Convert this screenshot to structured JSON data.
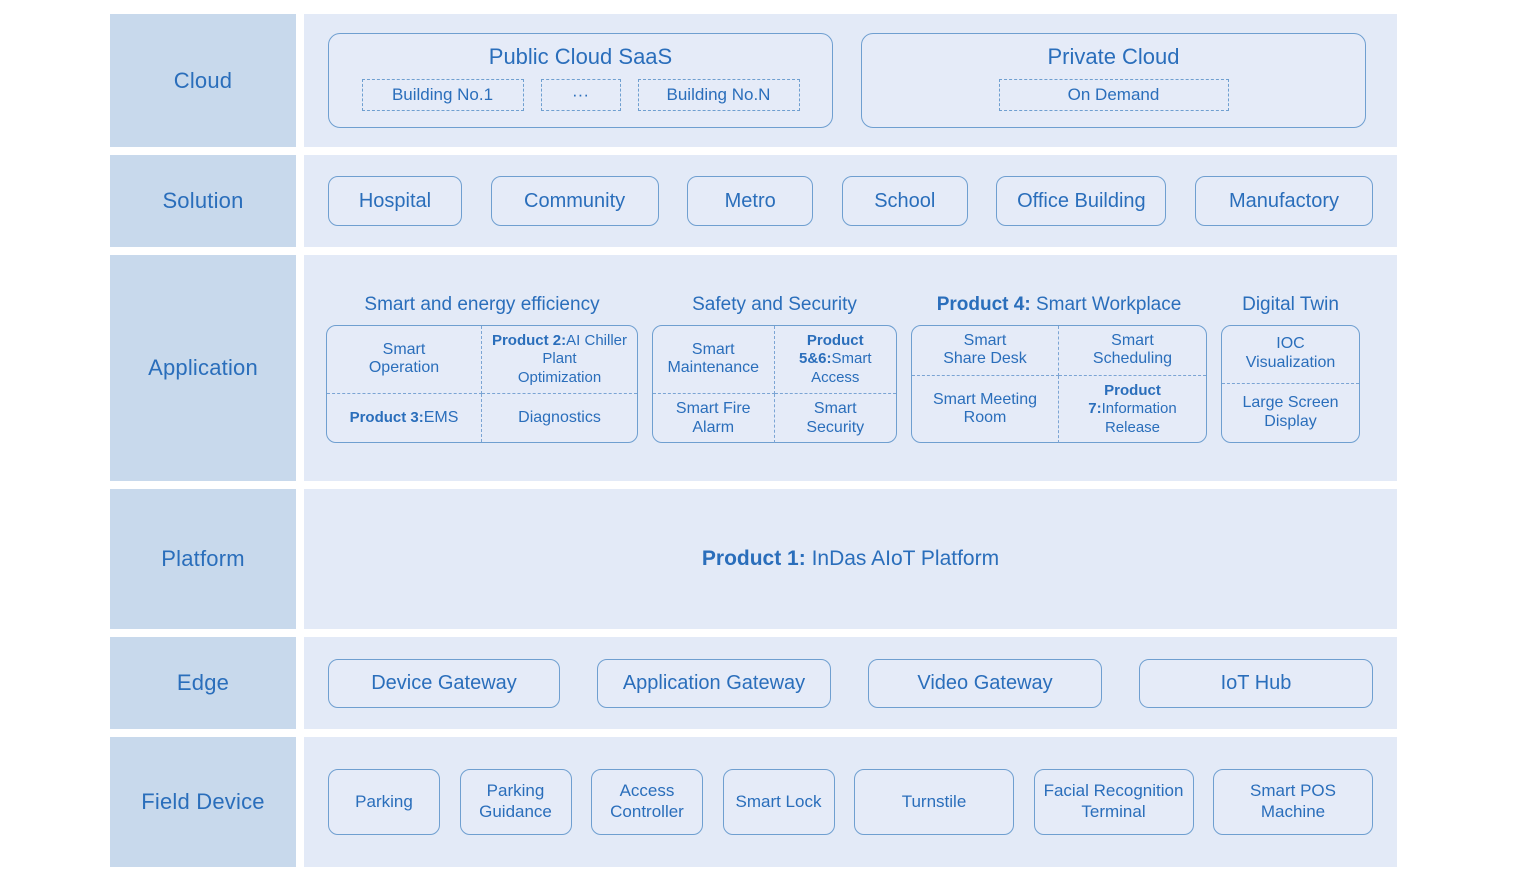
{
  "colors": {
    "label_bg": "#c8d9ec",
    "row_bg": "#e3eaf7",
    "card_bg": "#e5ebf8",
    "border": "#6f9fd0",
    "text": "#2a6ebb"
  },
  "layers": {
    "cloud": {
      "label": "Cloud",
      "public": {
        "title": "Public Cloud SaaS",
        "items": [
          "Building No.1",
          "···",
          "Building No.N"
        ]
      },
      "private": {
        "title": "Private Cloud",
        "items": [
          "On Demand"
        ]
      }
    },
    "solution": {
      "label": "Solution",
      "items": [
        "Hospital",
        "Community",
        "Metro",
        "School",
        "Office Building",
        "Manufactory"
      ]
    },
    "application": {
      "label": "Application",
      "groups": [
        {
          "title_bold": "",
          "title": "Smart and energy efficiency",
          "cells": [
            {
              "bold": "",
              "text": "Smart\nOperation"
            },
            {
              "bold": "Product 2:",
              "text": "AI Chiller Plant\nOptimization"
            },
            {
              "bold": "Product 3:",
              "text": "EMS"
            },
            {
              "bold": "",
              "text": "Diagnostics"
            }
          ]
        },
        {
          "title_bold": "",
          "title": "Safety and Security",
          "cells": [
            {
              "bold": "",
              "text": "Smart\nMaintenance"
            },
            {
              "bold": "Product 5&6:",
              "text": "Smart Access"
            },
            {
              "bold": "",
              "text": "Smart Fire\nAlarm"
            },
            {
              "bold": "",
              "text": "Smart\nSecurity"
            }
          ]
        },
        {
          "title_bold": "Product 4:",
          "title": "Smart Workplace",
          "cells": [
            {
              "bold": "",
              "text": "Smart\nShare Desk"
            },
            {
              "bold": "",
              "text": "Smart\nScheduling"
            },
            {
              "bold": "",
              "text": "Smart Meeting\nRoom"
            },
            {
              "bold": "Product 7:",
              "text": "Information\nRelease"
            }
          ]
        },
        {
          "title_bold": "",
          "title": "Digital Twin",
          "cells": [
            {
              "bold": "",
              "text": "IOC\nVisualization"
            },
            {
              "bold": "",
              "text": "Large Screen\nDisplay"
            }
          ]
        }
      ]
    },
    "platform": {
      "label": "Platform",
      "product_bold": "Product 1:",
      "product_name": "InDas AIoT Platform"
    },
    "edge": {
      "label": "Edge",
      "items": [
        "Device Gateway",
        "Application Gateway",
        "Video Gateway",
        "IoT Hub"
      ]
    },
    "field_device": {
      "label": "Field Device",
      "items": [
        "Parking",
        "Parking\nGuidance",
        "Access\nController",
        "Smart Lock",
        "Turnstile",
        "Facial Recognition\nTerminal",
        "Smart POS\nMachine"
      ]
    }
  }
}
